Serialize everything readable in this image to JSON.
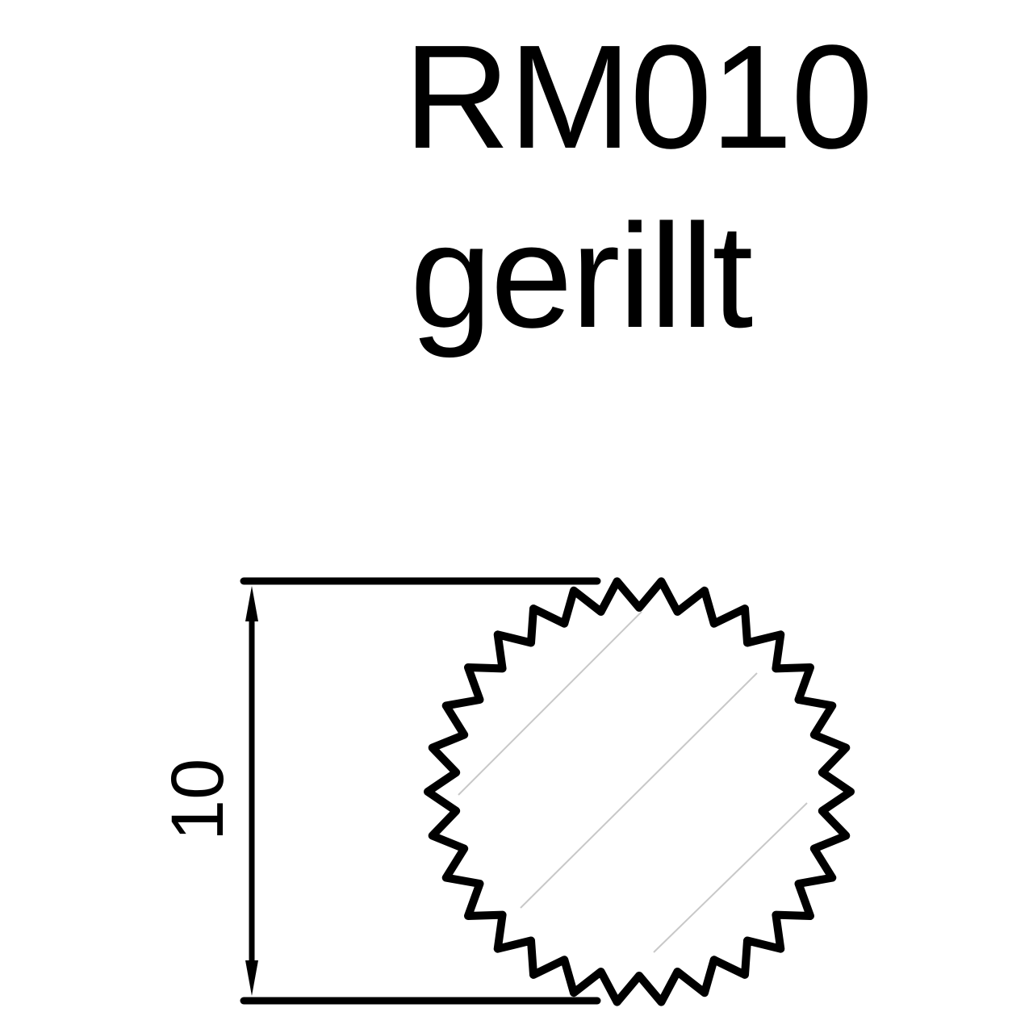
{
  "title": "RM010",
  "subtitle": "gerillt",
  "dimension": {
    "label": "10",
    "orientation": "vertical"
  },
  "profile": {
    "shape": "knurled-circle",
    "teeth": 30,
    "stroke_color": "#000000",
    "hatch_color": "#c8c8c8"
  }
}
